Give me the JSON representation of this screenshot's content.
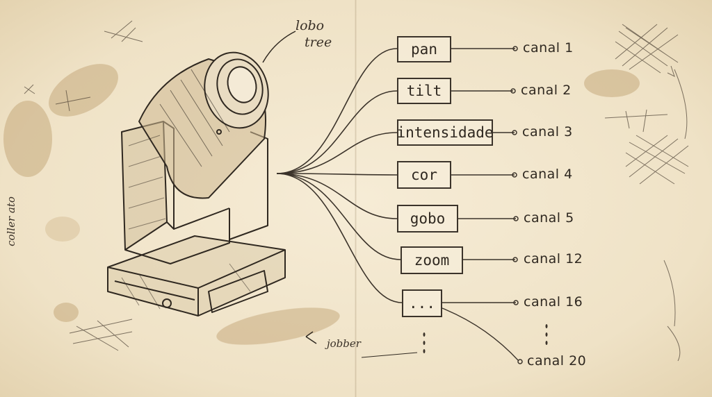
{
  "annotation": {
    "label_line1": "lobo",
    "label_line2": "tree",
    "scribble_bottom": "jobber",
    "scribble_left": "coller ato"
  },
  "parameters": [
    {
      "label": "pan",
      "channel": "canal 1"
    },
    {
      "label": "tilt",
      "channel": "canal 2"
    },
    {
      "label": "intensidade",
      "channel": "canal 3"
    },
    {
      "label": "cor",
      "channel": "canal 4"
    },
    {
      "label": "gobo",
      "channel": "canal 5"
    },
    {
      "label": "zoom",
      "channel": "canal 12"
    },
    {
      "label": "...",
      "channel": "canal 16"
    }
  ],
  "last_channel": "canal 20",
  "colors": {
    "ink": "#3b332a",
    "paper": "#f3e8d0",
    "stain": "#b08a55"
  }
}
